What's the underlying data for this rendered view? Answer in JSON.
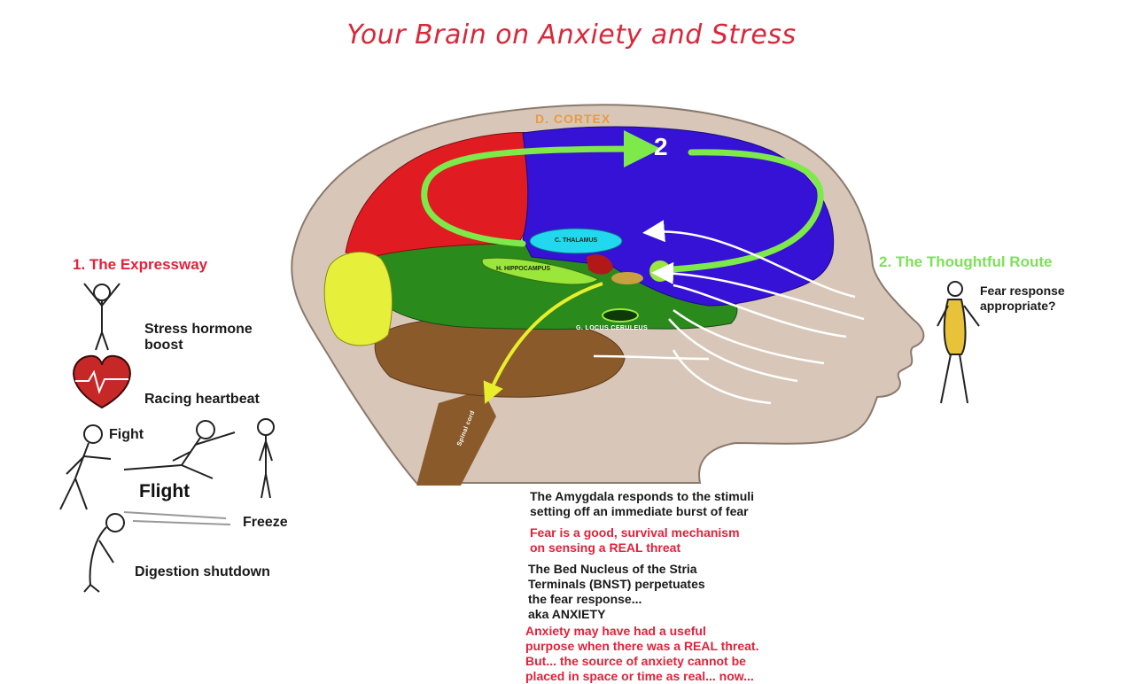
{
  "title": "Your Brain on Anxiety and Stress",
  "regions": {
    "cortex": "D. CORTEX",
    "thalamus": "C. THALAMUS",
    "hippocampus": "H. HIPPOCAMPUS",
    "locus": "G. LOCUS CERULEUS",
    "spinal": "Spinal cord",
    "route_number": "2"
  },
  "left": {
    "heading": "1. The Expressway",
    "stress": "Stress hormone\nboost",
    "heart": "Racing heartbeat",
    "fight": "Fight",
    "flight": "Flight",
    "freeze": "Freeze",
    "digestion": "Digestion shutdown"
  },
  "right": {
    "heading": "2. The Thoughtful Route",
    "question": "Fear response\nappropriate?"
  },
  "notes": {
    "p1": "The Amygdala responds to the stimuli\nsetting off an immediate burst of fear",
    "p2": "Fear is a good, survival mechanism\non sensing a REAL threat",
    "p3": "The Bed Nucleus of the Stria\nTerminals (BNST) perpetuates\nthe fear response...\naka ANXIETY",
    "p4": "Anxiety may have had a useful\npurpose when there was a REAL threat.\nBut... the source of anxiety cannot be\nplaced in space or time as real... now..."
  },
  "colors": {
    "title": "#d8283a",
    "head": "#d8c7b8",
    "frontal": "#e01b22",
    "cortex": "#3512d6",
    "temporal": "#2a8a1c",
    "occipital": "#e6ef3a",
    "cerebellum": "#8a5a2b",
    "thalamus": "#22d8ee",
    "route": "#7eea4a"
  }
}
